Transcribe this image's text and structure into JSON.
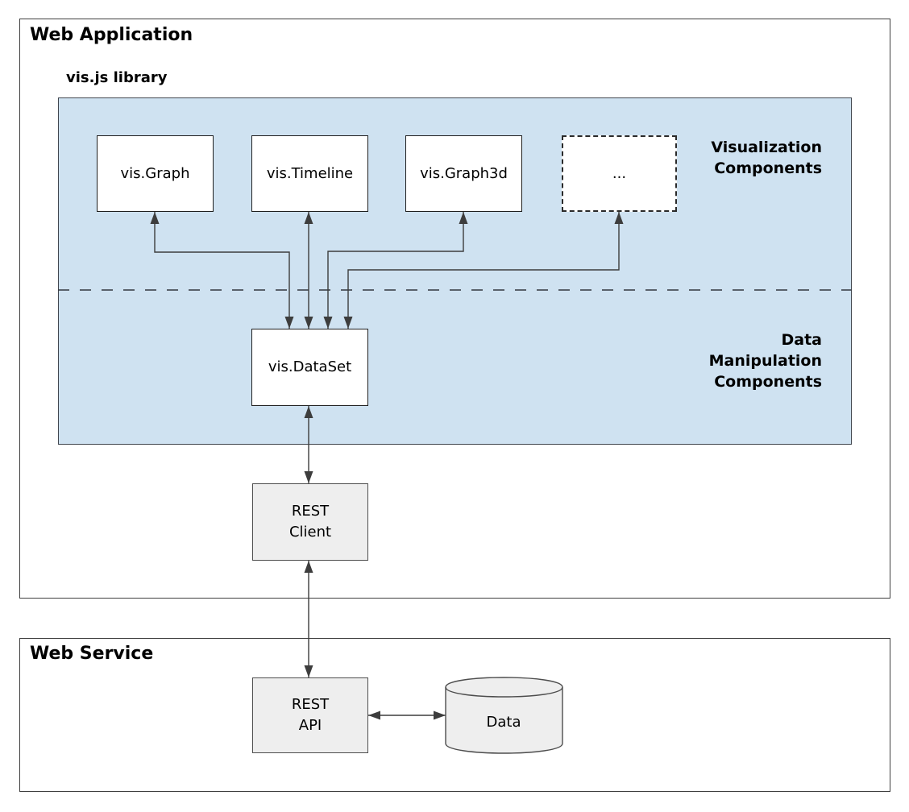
{
  "colors": {
    "library_fill": "#cfe2f1",
    "node_gray_fill": "#eeeeee",
    "arrow": "#3d3d3d"
  },
  "web_application": {
    "title": "Web Application",
    "library": {
      "title": "vis.js library",
      "visualization_label": [
        "Visualization",
        "Components"
      ],
      "data_label": [
        "Data",
        "Manipulation",
        "Components"
      ],
      "nodes": {
        "graph": "vis.Graph",
        "timeline": "vis.Timeline",
        "graph3d": "vis.Graph3d",
        "more": "...",
        "dataset": "vis.DataSet"
      }
    },
    "rest_client": [
      "REST",
      "Client"
    ]
  },
  "web_service": {
    "title": "Web Service",
    "rest_api": [
      "REST",
      "API"
    ],
    "data_store": "Data"
  }
}
